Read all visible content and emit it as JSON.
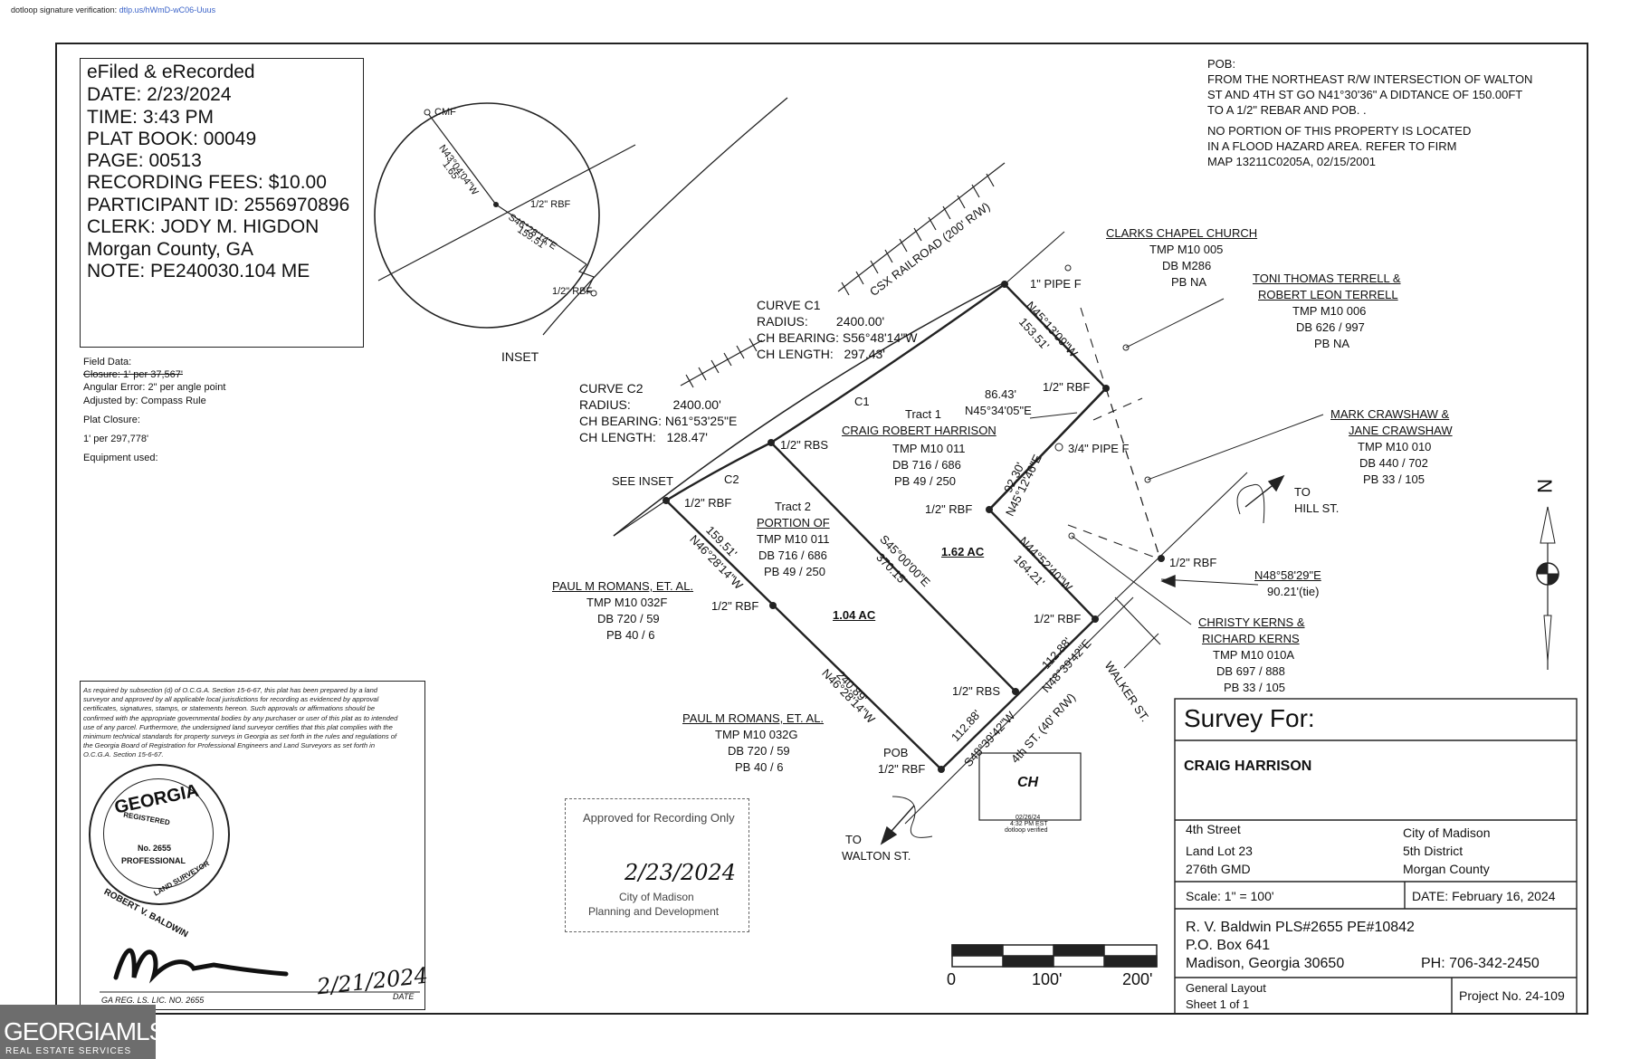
{
  "verification": {
    "label": "dotloop signature verification:",
    "link": "dtlp.us/hWmD-wC06-Uuus"
  },
  "recording": {
    "lines": [
      "eFiled & eRecorded",
      "DATE: 2/23/2024",
      "TIME: 3:43 PM",
      "PLAT BOOK: 00049",
      "PAGE: 00513",
      "RECORDING FEES: $10.00",
      "PARTICIPANT ID: 2556970896",
      "CLERK: JODY M. HIGDON",
      "Morgan County, GA",
      "NOTE: PE240030.104 ME"
    ]
  },
  "field_data": {
    "title": "Field Data:",
    "closure": "Closure: 1' per 37,567'",
    "angular_error": "Angular Error: 2\" per angle point",
    "adjusted": "Adjusted by: Compass Rule",
    "plat_closure_label": "Plat Closure:",
    "plat_closure_value": "1' per 297,778'",
    "equipment": "Equipment used:"
  },
  "inset": {
    "label": "INSET",
    "cmf": "CMF",
    "bearing1": "N43°04'04\"W",
    "dist1": "1.65'",
    "rbf1": "1/2\" RBF",
    "dist2": "159.51'",
    "bearing2": "S46°28'14\"E",
    "rbf2": "1/2\" RBF"
  },
  "pob_note": {
    "lines": [
      "POB:",
      "FROM THE NORTHEAST R/W INTERSECTION OF WALTON",
      "ST AND 4TH ST GO N41°30'36\" A DIDTANCE OF 150.00FT",
      "TO A 1/2\" REBAR AND POB. ."
    ]
  },
  "flood_note": {
    "lines": [
      "NO PORTION OF THIS PROPERTY IS LOCATED",
      "IN A FLOOD HAZARD AREA. REFER TO FIRM",
      "MAP 13211C0205A, 02/15/2001"
    ]
  },
  "railroad": "CSX RAILROAD (200' R/W)",
  "curve_c1": {
    "title": "CURVE C1",
    "radius_label": "RADIUS:",
    "radius": "2400.00'",
    "bearing_label": "CH BEARING:",
    "bearing": "S56°48'14\"W",
    "length_label": "CH LENGTH:",
    "length": "297.43'"
  },
  "curve_c2": {
    "title": "CURVE C2",
    "radius_label": "RADIUS:",
    "radius": "2400.00'",
    "bearing_label": "CH BEARING:",
    "bearing": "N61°53'25\"E",
    "length_label": "CH LENGTH:",
    "length": "128.47'"
  },
  "labels": {
    "c1": "C1",
    "c2": "C2",
    "see_inset": "SEE INSET",
    "pipe_1in": "1\" PIPE F",
    "rbf_a": "1/2\" RBF",
    "rbs_a": "1/2\" RBS",
    "pipe_34": "3/4\" PIPE F",
    "rbf_b": "1/2\" RBF",
    "rbf_c": "1/2\" RBF",
    "rbf_d": "1/2\" RBF",
    "rbf_e": "1/2\" RBF",
    "rbf_f": "1/2\" RBF",
    "rbs_b": "1/2\" RBS",
    "pob": "POB",
    "pob_rbf": "1/2\" RBF",
    "to_hill": "TO",
    "hill_st": "HILL ST.",
    "to_walton": "TO",
    "walton_st": "WALTON ST.",
    "walker_st": "WALKER ST.",
    "fourth_st": "4th ST. (40' R/W)"
  },
  "bearings": {
    "b1": "N45°13'09\"W",
    "d1": "153.51'",
    "b2_dist": "86.43'",
    "b2": "N45°34'05\"E",
    "b3_dist": "92.30'",
    "b3": "N45°12'46\"E",
    "b4": "S45°00'00\"E",
    "d4": "370.15'",
    "b5": "N44°52'40\"W",
    "d5": "164.21'",
    "b6_dist": "159.51'",
    "b6": "N46°28'14\"W",
    "b7_dist": "240.89'",
    "b7": "N46°28'14\"W",
    "b8_dist": "112.88'",
    "b8": "N48°39'42\"E",
    "b9_dist": "112.88'",
    "b9": "S48°39'42\"W",
    "tie_b": "N48°58'29\"E",
    "tie_d": "90.21'(tie)"
  },
  "tract1": {
    "title": "Tract 1",
    "owner": "CRAIG ROBERT HARRISON",
    "tmp": "TMP M10 011",
    "db": "DB 716 / 686",
    "pb": "PB 49 / 250",
    "area": "1.62 AC"
  },
  "tract2": {
    "title": "Tract 2",
    "line1": "PORTION OF",
    "tmp": "TMP M10 011",
    "db": "DB 716 / 686",
    "pb": "PB 49 / 250",
    "area": "1.04 AC"
  },
  "parcels": {
    "church": {
      "name": "CLARKS CHAPEL CHURCH",
      "tmp": "TMP M10 005",
      "db": "DB M286",
      "pb": "PB NA"
    },
    "terrell": {
      "name1": "TONI THOMAS TERRELL &",
      "name2": "ROBERT LEON TERRELL",
      "tmp": "TMP M10 006",
      "db": "DB 626 / 997",
      "pb": "PB NA"
    },
    "crawshaw": {
      "name1": "MARK CRAWSHAW &",
      "name2": "JANE CRAWSHAW",
      "tmp": "TMP M10 010",
      "db": "DB 440 / 702",
      "pb": "PB 33 / 105"
    },
    "kerns": {
      "name1": "CHRISTY KERNS &",
      "name2": "RICHARD KERNS",
      "tmp": "TMP M10 010A",
      "db": "DB 697 / 888",
      "pb": "PB 33 / 105"
    },
    "romans_f": {
      "name": "PAUL M ROMANS, ET. AL.",
      "tmp": "TMP M10 032F",
      "db": "DB 720 / 59",
      "pb": "PB 40 / 6"
    },
    "romans_g": {
      "name": "PAUL M ROMANS, ET. AL.",
      "tmp": "TMP M10 032G",
      "db": "DB 720 / 59",
      "pb": "PB 40 / 6"
    }
  },
  "certification": "As required by subsection (d) of O.C.G.A. Section 15-6-67, this plat has been prepared by a land surveyor and approved by all applicable local jurisdictions for recording as evidenced by approval certificates, signatures, stamps, or statements hereon. Such approvals or affirmations should be confirmed with the appropriate governmental bodies by any purchaser or user of this plat as to intended use of any parcel. Furthermore, the undersigned land surveyor certifies that this plat complies with the minimum technical standards for property surveys in Georgia as set forth in the rules and regulations of the Georgia Board of Registration for Professional Engineers and Land Surveyors as set forth in O.C.G.A. Section 15-6-67.",
  "seal": {
    "state": "GEORGIA",
    "registered": "REGISTERED",
    "no": "No. 2655",
    "professional": "PROFESSIONAL",
    "land_surveyor": "LAND SURVEYOR",
    "name": "ROBERT V. BALDWIN"
  },
  "signature": {
    "sig_date": "2/21/2024",
    "reg_label": "GA REG. LS. LIC. NO. 2655",
    "date_label": "DATE"
  },
  "approval": {
    "title": "Approved for Recording Only",
    "date": "2/23/2024",
    "city": "City of Madison",
    "dept": "Planning and Development"
  },
  "dotloop_stamp": {
    "initials": "CH",
    "date": "02/26/24",
    "time": "4:32 PM EST",
    "verified": "dotloop verified"
  },
  "scale_bar": {
    "t0": "0",
    "t1": "100'",
    "t2": "200'"
  },
  "north": {
    "letter": "N"
  },
  "title_block": {
    "survey_for": "Survey For:",
    "client": "CRAIG HARRISON",
    "street": "4th Street",
    "land_lot": "Land Lot 23",
    "gmd": "276th GMD",
    "city": "City of Madison",
    "district": "5th District",
    "county": "Morgan County",
    "scale": "Scale: 1\" = 100'",
    "date": "DATE: February 16, 2024",
    "surveyor": "R. V. Baldwin  PLS#2655  PE#10842",
    "po_box": "P.O. Box 641",
    "city_state": "Madison, Georgia  30650",
    "phone": "PH:  706-342-2450",
    "layout": "General Layout",
    "sheet": "Sheet 1 of 1",
    "project": "Project No. 24-109"
  },
  "mls": {
    "main": "GEORGIAMLS",
    "sub": "REAL ESTATE SERVICES"
  },
  "colors": {
    "ink": "#111111",
    "mls_bg": "#6d6d6d",
    "link": "#3a62c8"
  }
}
